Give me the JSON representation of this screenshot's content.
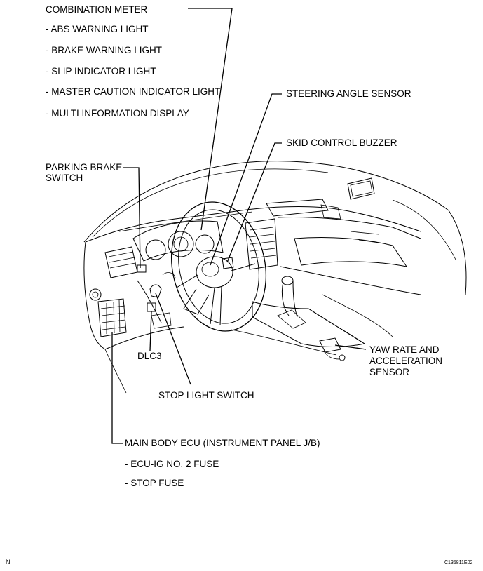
{
  "labels": {
    "combination_meter": "COMBINATION METER",
    "abs_warning": "- ABS WARNING LIGHT",
    "brake_warning": "- BRAKE WARNING LIGHT",
    "slip_indicator": "- SLIP INDICATOR LIGHT",
    "master_caution": "- MASTER CAUTION INDICATOR LIGHT",
    "multi_info": "- MULTI INFORMATION DISPLAY",
    "steering_angle": "STEERING ANGLE SENSOR",
    "skid_buzzer": "SKID CONTROL BUZZER",
    "parking_brake_1": "PARKING BRAKE",
    "parking_brake_2": "SWITCH",
    "yaw_1": "YAW RATE AND",
    "yaw_2": "ACCELERATION",
    "yaw_3": "SENSOR",
    "dlc3": "DLC3",
    "stop_light": "STOP LIGHT SWITCH",
    "main_body_ecu": "MAIN BODY ECU (INSTRUMENT PANEL J/B)",
    "ecu_ig": "- ECU-IG NO. 2 FUSE",
    "stop_fuse": "- STOP FUSE"
  },
  "footer": {
    "corner_mark": "N",
    "figure_code": "C135811E02"
  }
}
